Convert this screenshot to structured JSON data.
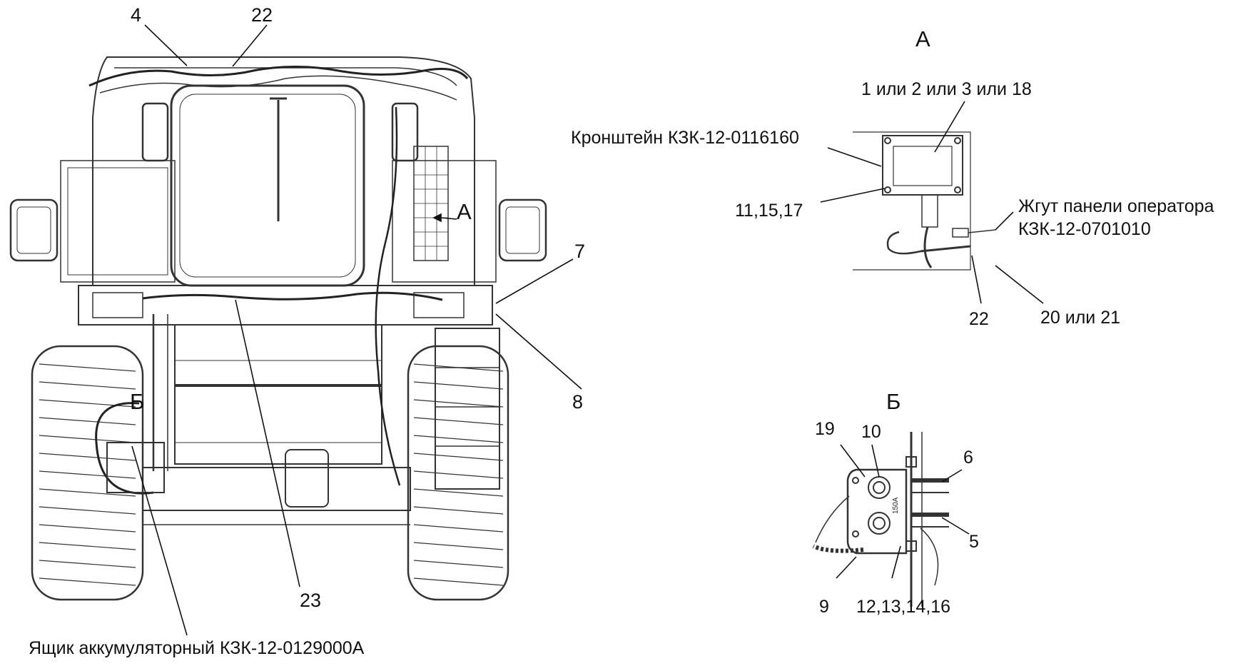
{
  "callouts": {
    "c4": "4",
    "c22_top": "22",
    "view_a_marker": "А",
    "c7": "7",
    "c8": "8",
    "view_b_marker": "Б",
    "c23": "23"
  },
  "battery_box_label": "Ящик аккумуляторный КЗК-12-0129000А",
  "view_a": {
    "title": "А",
    "unit_label": "1 или 2 или 3 или 18",
    "bracket_label": "Кронштейн КЗК-12-0116160",
    "fasteners_label": "11,15,17",
    "harness_label_line1": "Жгут панели оператора",
    "harness_label_line2": "КЗК-12-0701010",
    "c22": "22",
    "c20_21": "20 или 21"
  },
  "view_b": {
    "title": "Б",
    "c19": "19",
    "c10": "10",
    "c6": "6",
    "c5": "5",
    "c9": "9",
    "c12_16": "12,13,14,16",
    "fuse_marking": "150A"
  },
  "colors": {
    "ink": "#111111",
    "line": "#2a2a2a",
    "light": "#8a8a8a"
  }
}
